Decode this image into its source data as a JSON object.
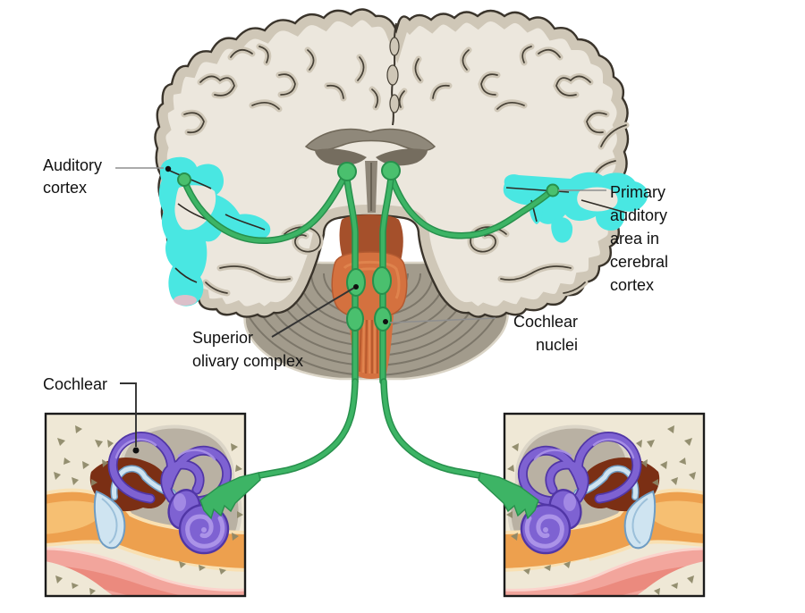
{
  "labels": {
    "auditory_cortex": {
      "lines": [
        "Auditory",
        "cortex"
      ]
    },
    "primary_auditory_area": {
      "lines": [
        "Primary",
        "auditory",
        "area in",
        "cerebral",
        "cortex"
      ]
    },
    "superior_olivary_complex": {
      "lines": [
        "Superior",
        "olivary complex"
      ]
    },
    "cochlear_nuclei": {
      "lines": [
        "Cochlear",
        "nuclei"
      ]
    },
    "cochlear": {
      "lines": [
        "Cochlear"
      ]
    }
  },
  "colors": {
    "cyan": "#49e7e2",
    "green": "#3db465",
    "green-fill": "#4ac06e",
    "green-dark": "#27904c",
    "cream": "#ece7dd",
    "tan": "#cfc7b7",
    "outline": "#3a342b",
    "cerebellum": "#a29b8c",
    "cerebellum-stripe": "#6f695d",
    "ventricle": "#8d8577",
    "ventricle-dark": "#756d5f",
    "callosum": "#8f887a",
    "midbrain": "#a5502b",
    "pons": "#d4713f",
    "pons-light": "#e0854f",
    "medulla-stripe": "#b85a2e",
    "bone": "#efe8d6",
    "speckle": "#8c8767",
    "cavity": "#b9b1a3",
    "cavity-rim": "#dbd5c7",
    "purple": "#7e62d2",
    "purple-dark": "#5136a6",
    "purple-light": "#ab93e8",
    "blue": "#cfe4f1",
    "blue-dark": "#6f9cc2",
    "midear": "#7b2f14",
    "canal": "#eda04e",
    "canal-light": "#f6c277",
    "canal-rim": "#f9e0b2",
    "pink": "#f2a59c",
    "pink-deep": "#ea8579",
    "pink-light": "#fbd3cc",
    "label-text": "#111111",
    "leader": "#8f8f8f",
    "leader-dark": "#333333",
    "box-border": "#1b1b1b"
  }
}
